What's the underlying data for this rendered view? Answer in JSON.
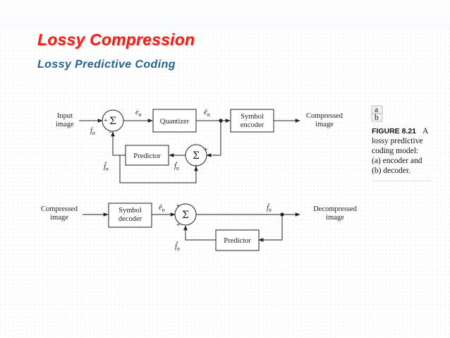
{
  "slide": {
    "title": "Lossy Compression",
    "subtitle": "Lossy Predictive Coding"
  },
  "encoder": {
    "input_line1": "Input",
    "input_line2": "image",
    "quantizer": "Quantizer",
    "symbol_encoder_line1": "Symbol",
    "symbol_encoder_line2": "encoder",
    "compressed_line1": "Compressed",
    "compressed_line2": "image",
    "predictor": "Predictor",
    "sigma": "Σ",
    "sum1_plus": "+",
    "sum1_minus": "−",
    "sum2_plus_top": "+",
    "sum2_plus_bottom": "+",
    "sym_en": "e",
    "sym_en_sub": "n",
    "sym_fn": "f",
    "sym_fn_sub": "n",
    "sym_ehat": "ê",
    "sym_ehat_sub": "n",
    "sym_fhat": "f̂",
    "sym_fhat_sub": "n",
    "sym_fdot": "ḟ",
    "sym_fdot_sub": "n"
  },
  "decoder": {
    "compressed_line1": "Compressed",
    "compressed_line2": "image",
    "symbol_decoder_line1": "Symbol",
    "symbol_decoder_line2": "decoder",
    "decompressed_line1": "Decompressed",
    "decompressed_line2": "image",
    "predictor": "Predictor",
    "sigma": "Σ",
    "sum_plus_top": "+",
    "sum_plus_left": "+",
    "sym_ehat": "ê",
    "sym_ehat_sub": "n",
    "sym_fdot": "ḟ",
    "sym_fdot_sub": "n",
    "sym_fhat": "f̂",
    "sym_fhat_sub": "n"
  },
  "caption": {
    "tab_a": "a",
    "tab_b": "b",
    "figure_label": "FIGURE 8.21",
    "line1_rest": "A",
    "line2": "lossy predictive",
    "line3": "coding model:",
    "line4": "(a) encoder and",
    "line5": "(b) decoder."
  }
}
